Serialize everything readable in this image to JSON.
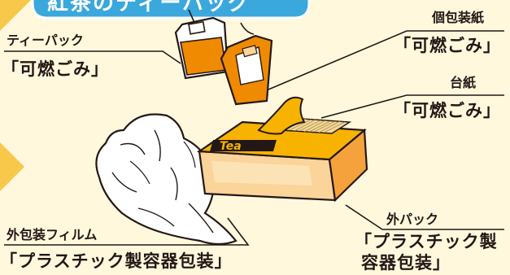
{
  "title": "紅茶のティーバッグ",
  "labels": {
    "tea_bag": {
      "name": "ティーパック",
      "category": "「可燃ごみ」"
    },
    "individual_wrapper": {
      "name": "個包装紙",
      "category": "「可燃ごみ」"
    },
    "mount_paper": {
      "name": "台紙",
      "category": "「可燃ごみ」"
    },
    "outer_pack": {
      "name": "外パック",
      "category_line1": "「プラスチック製",
      "category_line2": "容器包装」"
    },
    "outer_film": {
      "name": "外包装フィルム",
      "category": "「プラスチック製容器包装」"
    }
  },
  "box_text": "Tea",
  "colors": {
    "background": "#fff8dd",
    "title_banner": "#3aa7dd",
    "tea_orange": "#f08a00",
    "box_light": "#fbd49a",
    "box_top": "#f7b300",
    "ink": "#231815"
  }
}
